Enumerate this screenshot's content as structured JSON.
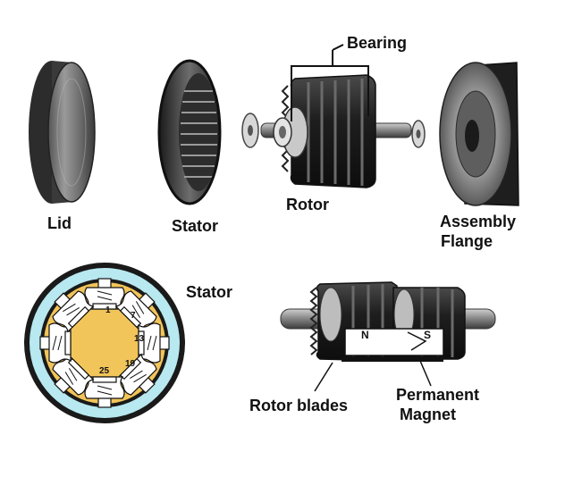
{
  "labels": {
    "lid": "Lid",
    "stator_top": "Stator",
    "rotor": "Rotor",
    "bearing": "Bearing",
    "assembly_flange_line1": "Assembly",
    "assembly_flange_line2": "Flange",
    "stator_cross_section": "Stator",
    "rotor_blades": "Rotor blades",
    "permanent_magnet_line1": "Permanent",
    "permanent_magnet_line2": "Magnet"
  },
  "stator_numbers": [
    "1",
    "7",
    "13",
    "19",
    "25"
  ],
  "magnet_poles": {
    "north": "N",
    "south": "S"
  },
  "colors": {
    "stator_fill": "#f2c55a",
    "outer_ring": "#b8e8f0",
    "metal_dark": "#2a2a2a",
    "metal_mid": "#7a7a7a",
    "metal_light": "#d6d6d6"
  }
}
